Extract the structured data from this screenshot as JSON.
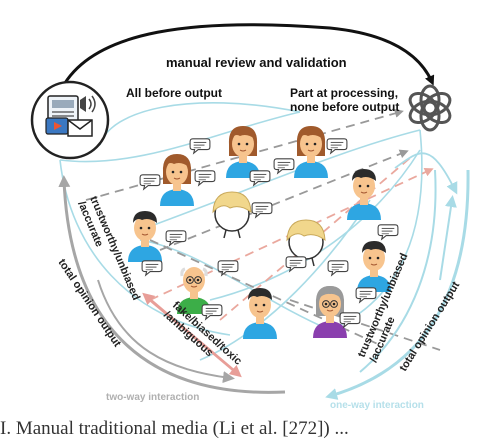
{
  "labels": {
    "top_arc": "manual review and validation",
    "all_before": "All before output",
    "part_line1": "Part at processing,",
    "part_line2": "none before output",
    "left_trust_1": "trustworthy/unbiased",
    "left_trust_2": "/accurate",
    "left_total": "total opinion output",
    "fake_1": "fake/biased/toxic",
    "fake_2": "/ambiguous",
    "right_trust_1": "trustworthy/unbiased",
    "right_trust_2": "/accurate",
    "right_total": "total opinion output",
    "two_way": "two-way interaction",
    "one_way": "one-way interaction"
  },
  "caption": "I. Manual traditional media (Li et al. [272]) ...",
  "colors": {
    "arc": "#111111",
    "dashed_gray": "#999999",
    "dashed_pink": "#eaa89e",
    "light_blue": "#a8dbe6",
    "gray_arrow": "#a6a6a6",
    "pink_arrow": "#e89e98",
    "skin": "#f7c48e",
    "hair_dark": "#2b2b2b",
    "hair_brown": "#a05a2c",
    "shirt_blue": "#2ea6e2",
    "shirt_green": "#3cae48",
    "shirt_purple": "#8a3fae",
    "blond": "#f1d78c"
  },
  "icons": [
    "media-icon",
    "openai-icon",
    "chat-bubble-icon",
    "person-avatar-icon",
    "blond-head-icon"
  ],
  "people": [
    {
      "name": "person-top-1",
      "hair": "brown",
      "shirt": "blue"
    },
    {
      "name": "person-top-2",
      "hair": "brown",
      "shirt": "blue"
    },
    {
      "name": "person-left-1",
      "hair": "dark",
      "shirt": "blue"
    },
    {
      "name": "person-right-1",
      "hair": "brown",
      "shirt": "blue"
    },
    {
      "name": "person-left-2",
      "hair": "dark",
      "shirt": "blue"
    },
    {
      "name": "person-old-man",
      "hair": "bald",
      "shirt": "green"
    },
    {
      "name": "person-right-2",
      "hair": "dark",
      "shirt": "blue"
    },
    {
      "name": "person-bottom",
      "hair": "dark",
      "shirt": "blue"
    },
    {
      "name": "person-old-woman",
      "hair": "gray",
      "shirt": "purple"
    }
  ]
}
